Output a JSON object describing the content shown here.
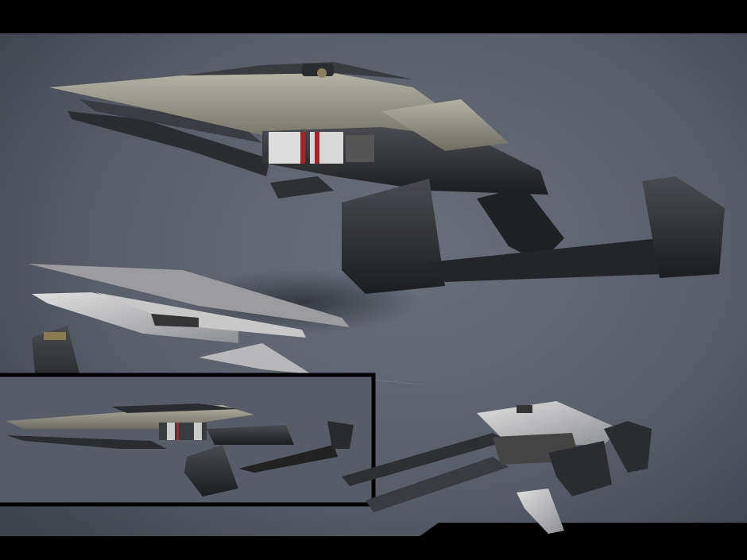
{
  "artwork": {
    "kind": "sci-fi rifle concept sheet",
    "colors": {
      "background": "#5c616c",
      "background_dark": "#3e424b",
      "frame": "#000000",
      "armor_plate": "#9a9888",
      "gunmetal": "#2a2b2f",
      "accent_red": "#a0262a",
      "plate_light": "#c9c9c9"
    },
    "views": [
      "main-rifle",
      "exploded-plates",
      "magazine",
      "inset-side-view",
      "low-poly-model"
    ]
  }
}
